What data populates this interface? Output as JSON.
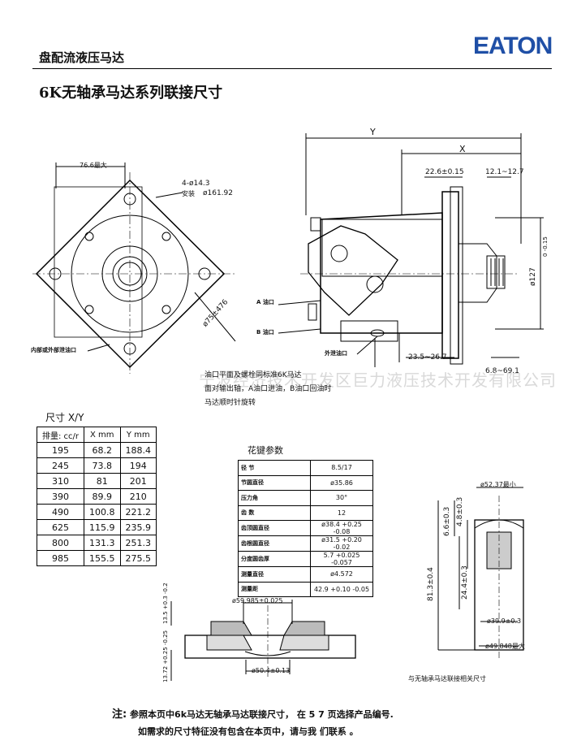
{
  "header": {
    "title": "盘配流液压马达",
    "logo": "EATON"
  },
  "page_title": "6K无轴承马达系列联接尺寸",
  "watermark": "宁波经济技术开发区巨力液压技术开发有限公司",
  "front_view": {
    "dim_width": "76.6最大",
    "dim_holes": "4-ø14.3",
    "dim_pcd_label": "安装",
    "dim_pcd": "ø161.92",
    "dim_diag": "ø75±476",
    "label_drain": "内部或外部泄油口"
  },
  "side_view": {
    "dim_y": "Y",
    "dim_x": "X",
    "dim_a": "22.6±0.15",
    "dim_b": "12.1~12.7",
    "dim_c": "ø127",
    "dim_c_tol": "0 -0.15",
    "dim_d": "23.5~26.7",
    "dim_e": "6.8~69.1",
    "label_a": "A 油口",
    "label_b": "B 油口",
    "label_ext_drain": "外泄油口"
  },
  "notes": [
    "油口平面及螺栓同标准6K马达",
    "面对输出轴，A油口进油，B油口回油时",
    "马达顺时针旋转"
  ],
  "size_table": {
    "caption": "尺寸 X/Y",
    "headers": [
      "排量: cc/r",
      "X mm",
      "Y mm"
    ],
    "rows": [
      [
        "195",
        "68.2",
        "188.4"
      ],
      [
        "245",
        "73.8",
        "194"
      ],
      [
        "310",
        "81",
        "201"
      ],
      [
        "390",
        "89.9",
        "210"
      ],
      [
        "490",
        "100.8",
        "221.2"
      ],
      [
        "625",
        "115.9",
        "235.9"
      ],
      [
        "800",
        "131.3",
        "251.3"
      ],
      [
        "985",
        "155.5",
        "275.5"
      ]
    ]
  },
  "spline_table": {
    "caption": "花键参数",
    "rows": [
      [
        "径 节",
        "8.5/17"
      ],
      [
        "节圆直径",
        "ø35.86"
      ],
      [
        "压力角",
        "30°"
      ],
      [
        "齿 数",
        "12"
      ],
      [
        "齿顶圆直径",
        "ø38.4 +0.25 -0.08"
      ],
      [
        "齿根圆直径",
        "ø31.5 +0.20 -0.02"
      ],
      [
        "分度圆齿厚",
        "5.7 +0.025 -0.057"
      ],
      [
        "测量直径",
        "ø4.572"
      ],
      [
        "测量距",
        "42.9 +0.10 -0.05"
      ]
    ]
  },
  "bottom_left": {
    "dim_a": "ø59.985±0.025",
    "dim_b": "ø50.4±0.13",
    "dim_c": "13.5 +0.3 -0.2",
    "dim_d": "13.72 +0.25 -0.25"
  },
  "bottom_right": {
    "dim_a": "ø52.37最小",
    "dim_b": "6.6±0.3",
    "dim_c": "4.8±0.3",
    "dim_d": "24.4±0.3",
    "dim_e": "81.3±0.4",
    "dim_f": "ø39.9±0.3",
    "dim_g": "ø49.848最大",
    "caption": "与无轴承马达联接相关尺寸"
  },
  "footer": {
    "note_head": "注:",
    "line1": "参照本页中6k马达无轴承马达联接尺寸， 在 5 7 页选择产品编号.",
    "line2": "如需求的尺寸特征没有包含在本页中，请与我 们联系 。"
  }
}
